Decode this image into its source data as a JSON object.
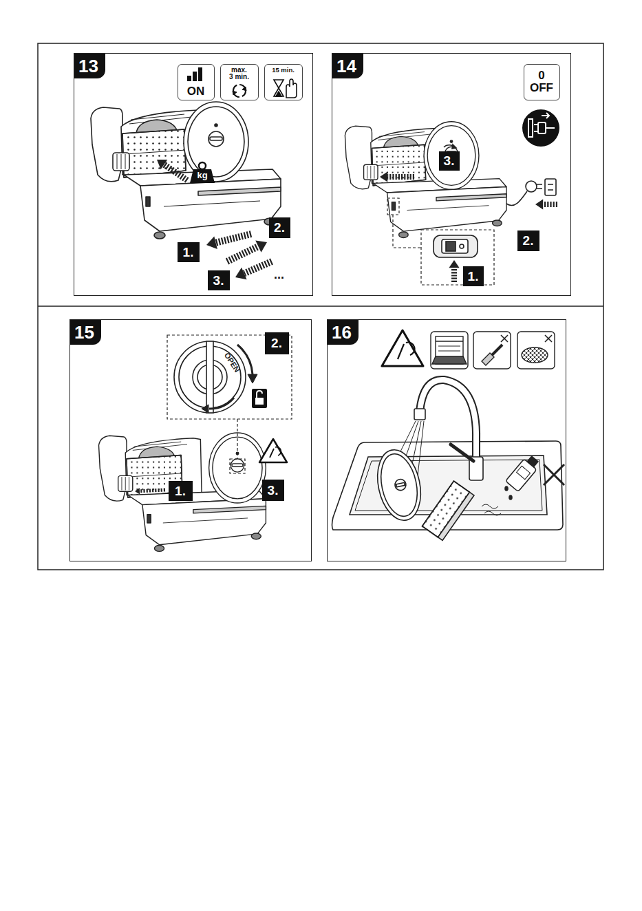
{
  "diagram": {
    "nodes": [
      {
        "text": [
          "13"
        ]
      },
      {
        "text": [
          "ON"
        ],
        "in": 0
      },
      {
        "text": [
          "max. 3 min."
        ],
        "in": 0
      },
      {
        "text": [
          "15 min."
        ],
        "in": 0
      },
      {
        "text": [
          "1."
        ],
        "in": 0
      },
      {
        "text": [
          "2."
        ],
        "in": 0
      },
      {
        "text": [
          "3."
        ],
        "in": 0
      },
      {
        "text": [
          "14"
        ]
      },
      {
        "text": [
          "0 OFF"
        ],
        "in": 7
      },
      {
        "text": [
          "3."
        ],
        "in": 7
      },
      {
        "text": [
          "2."
        ],
        "in": 7
      },
      {
        "text": [
          "1."
        ],
        "in": 7
      },
      {
        "text": [
          "15"
        ]
      },
      {
        "text": [
          "2."
        ],
        "in": 12
      },
      {
        "text": [
          "1."
        ],
        "in": 12
      },
      {
        "text": [
          "3."
        ],
        "in": 12
      },
      {
        "text": [
          "16"
        ]
      }
    ],
    "labels": [
      "kg",
      "...",
      "OPEN"
    ]
  }
}
